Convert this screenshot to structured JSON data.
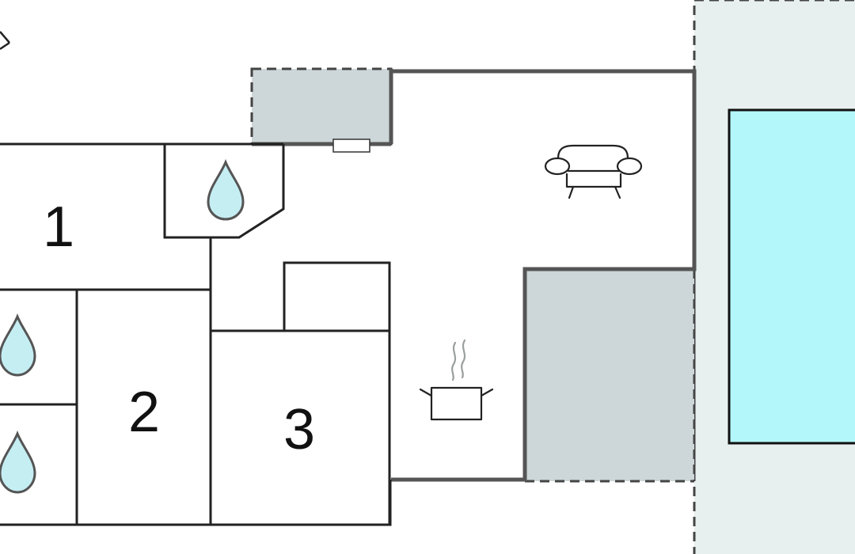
{
  "floorplan": {
    "rooms": [
      {
        "id": "room-1",
        "label": "1"
      },
      {
        "id": "room-2",
        "label": "2"
      },
      {
        "id": "room-3",
        "label": "3"
      }
    ],
    "icons": [
      "water-drop-icon",
      "sofa-icon",
      "cooking-pot-icon",
      "compass-arrow-icon"
    ],
    "colors": {
      "pool": "#b3f7fb",
      "terrace": "#e8f0ef",
      "covered_area": "#cdd6d8",
      "water_drop": "#c5eef3",
      "wall": "#222222"
    }
  }
}
